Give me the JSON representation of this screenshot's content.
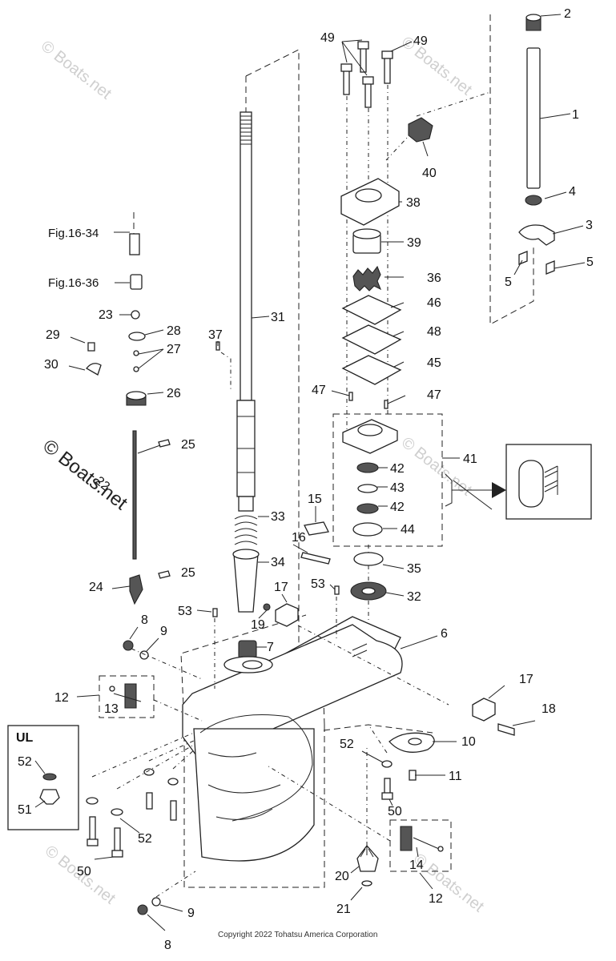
{
  "diagram": {
    "labels": {
      "n1": "1",
      "n2": "2",
      "n3": "3",
      "n4": "4",
      "n5a": "5",
      "n5b": "5",
      "n6": "6",
      "n7": "7",
      "n8a": "8",
      "n8b": "8",
      "n9a": "9",
      "n9b": "9",
      "n10": "10",
      "n11": "11",
      "n12a": "12",
      "n12b": "12",
      "n13": "13",
      "n14": "14",
      "n15": "15",
      "n16": "16",
      "n17a": "17",
      "n17b": "17",
      "n18": "18",
      "n19": "19",
      "n20": "20",
      "n21": "21",
      "n22": "22",
      "n23": "23",
      "n24": "24",
      "n25a": "25",
      "n25b": "25",
      "n26": "26",
      "n27": "27",
      "n28": "28",
      "n29": "29",
      "n30": "30",
      "n31": "31",
      "n32": "32",
      "n33": "33",
      "n34": "34",
      "n35": "35",
      "n36": "36",
      "n37": "37",
      "n38": "38",
      "n39": "39",
      "n40": "40",
      "n41": "41",
      "n42a": "42",
      "n42b": "42",
      "n43": "43",
      "n44": "44",
      "n45": "45",
      "n46": "46",
      "n47a": "47",
      "n47b": "47",
      "n48": "48",
      "n49a": "49",
      "n49b": "49",
      "n50a": "50",
      "n50b": "50",
      "n51": "51",
      "n52a": "52",
      "n52b": "52",
      "n52c": "52",
      "n53a": "53",
      "n53b": "53"
    },
    "refs": {
      "fig1634": "Fig.16-34",
      "fig1636": "Fig.16-36"
    },
    "ul_box_label": "UL",
    "watermark": "© Boats.net",
    "copyright": "Copyright 2022 Tohatsu America Corporation"
  }
}
